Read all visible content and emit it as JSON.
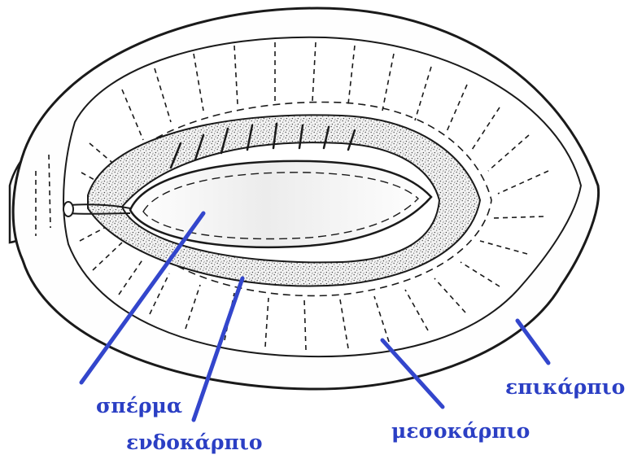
{
  "labels": {
    "seed": "σπέρμα",
    "endocarp": "ενδοκάρπιο",
    "mesocarp": "μεσοκάρπιο",
    "epicarp": "επικάρπιο"
  },
  "colors": {
    "label": "#2b3fc4",
    "leader_line": "#3346cc",
    "outline": "#1a1a1a",
    "stipple": "#555555",
    "paper": "#ffffff"
  }
}
